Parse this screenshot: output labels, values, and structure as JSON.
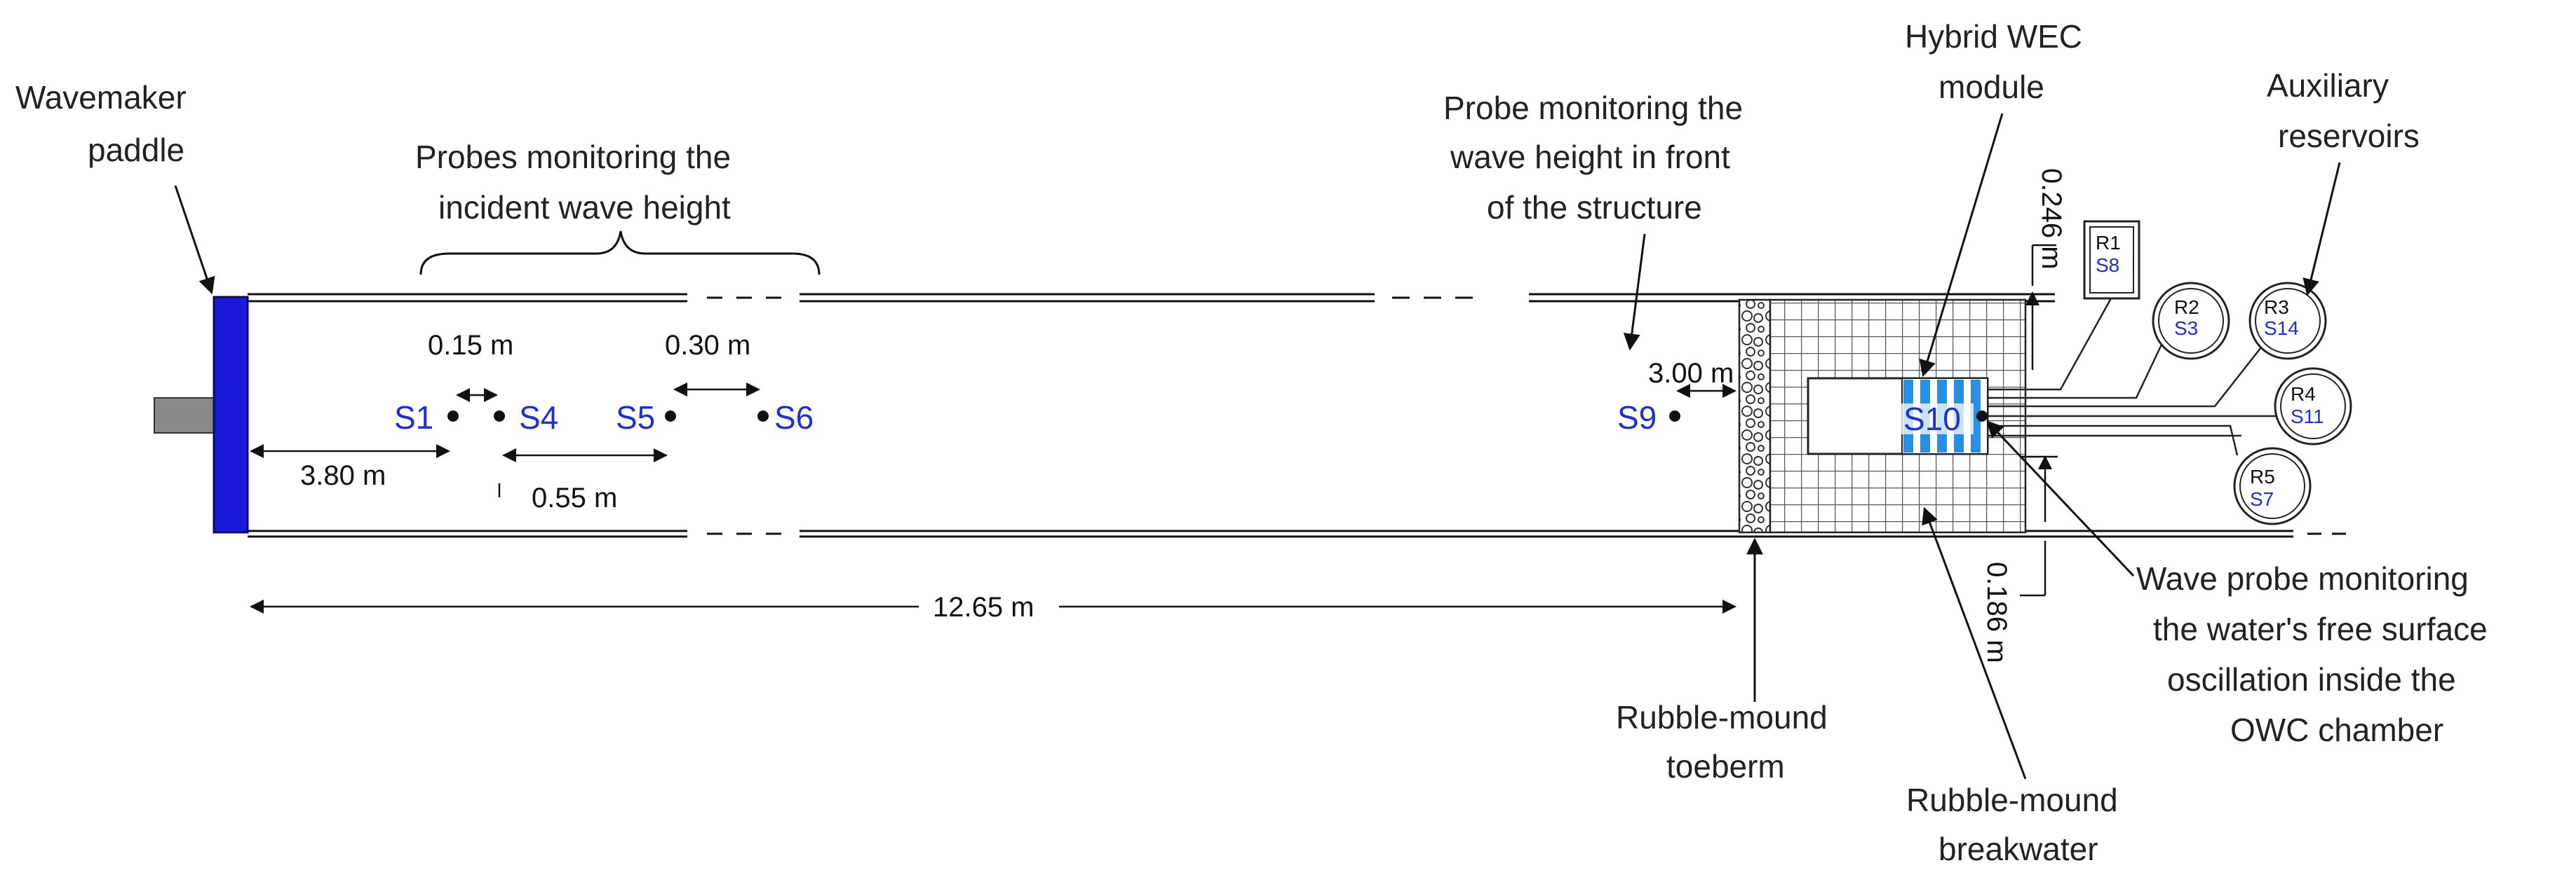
{
  "labels": {
    "wavemaker": [
      "Wavemaker",
      "paddle"
    ],
    "probes_incident": [
      "Probes monitoring the",
      "incident wave height"
    ],
    "probe_front": [
      "Probe monitoring the",
      "wave height in front",
      "of the structure"
    ],
    "hybrid": [
      "Hybrid WEC",
      "module"
    ],
    "aux": [
      "Auxiliary",
      "reservoirs"
    ],
    "toeberm": [
      "Rubble-mound",
      "toeberm"
    ],
    "breakwater": [
      "Rubble-mound",
      "breakwater"
    ],
    "owc_probe": [
      "Wave probe monitoring",
      "the water's free surface",
      "oscillation inside the",
      "OWC chamber"
    ]
  },
  "dimensions": {
    "d015": "0.15 m",
    "d030": "0.30 m",
    "d380": "3.80 m",
    "d055": "0.55 m",
    "d1265": "12.65 m",
    "d300": "3.00 m",
    "d0246": "0.246 m",
    "d0186": "0.186 m"
  },
  "probes": {
    "s1": "S1",
    "s4": "S4",
    "s5": "S5",
    "s6": "S6",
    "s9": "S9",
    "s10": "S10"
  },
  "reservoirs": [
    {
      "name": "R1",
      "probe": "S8"
    },
    {
      "name": "R2",
      "probe": "S3"
    },
    {
      "name": "R3",
      "probe": "S14"
    },
    {
      "name": "R4",
      "probe": "S11"
    },
    {
      "name": "R5",
      "probe": "S7"
    }
  ],
  "colors": {
    "paddle": "#1a1ad8",
    "probe_text": "#1f2fd0",
    "turbine": "#2a8fe0"
  }
}
